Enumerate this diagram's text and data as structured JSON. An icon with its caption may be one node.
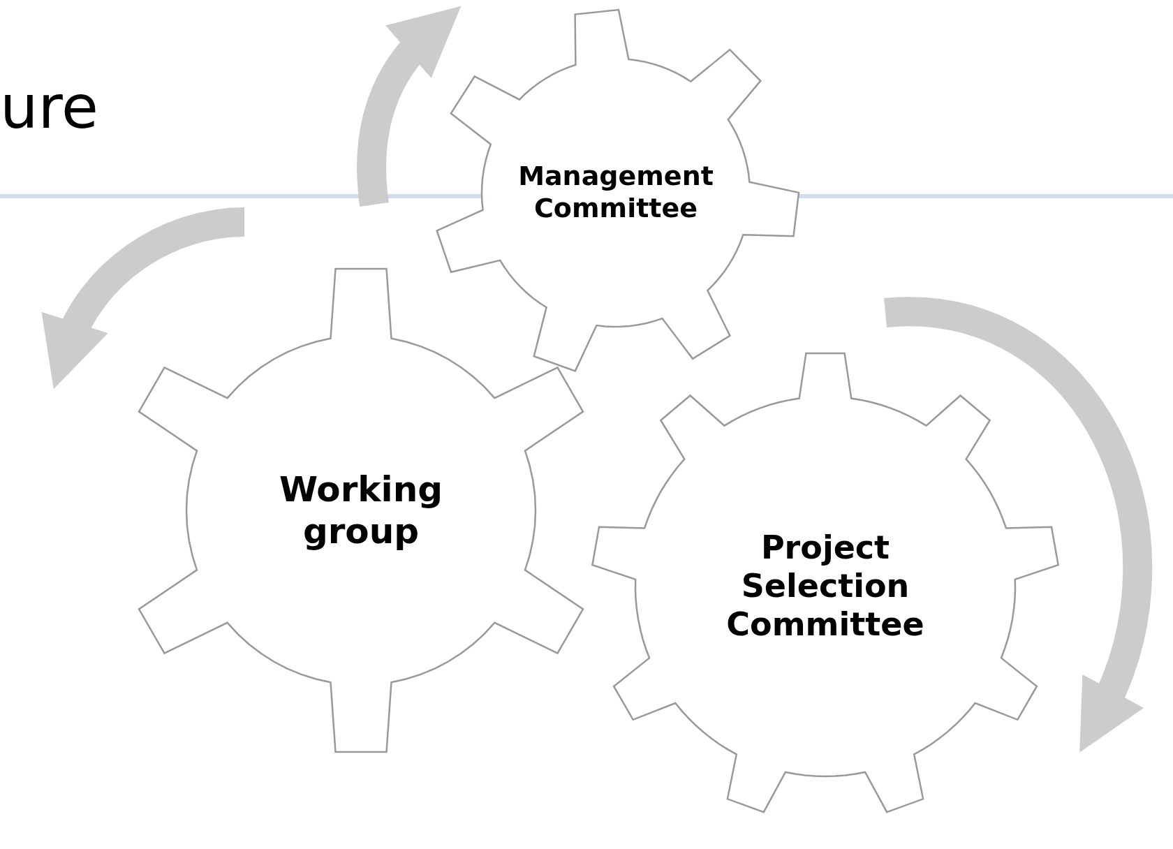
{
  "diagram": {
    "title": "ure",
    "nodes": [
      {
        "text": [
          "Management Committee"
        ]
      },
      {
        "text": [
          "Working group"
        ]
      },
      {
        "text": [
          "Project Selection Committee"
        ]
      }
    ]
  }
}
